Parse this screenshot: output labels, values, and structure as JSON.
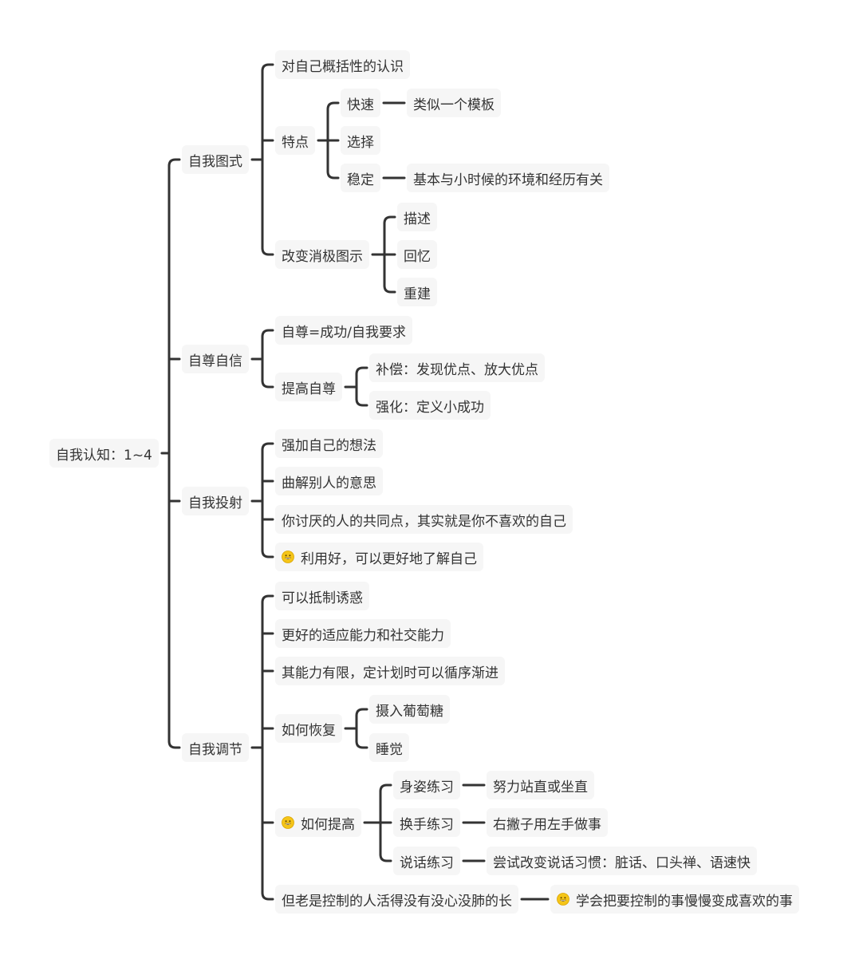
{
  "mindmap": {
    "root": {
      "label": "自我认知：1~4"
    },
    "branches": [
      {
        "label": "自我图式"
      },
      {
        "label": "自尊自信"
      },
      {
        "label": "自我投射"
      },
      {
        "label": "自我调节"
      }
    ],
    "schema": [
      {
        "label": "对自己概括性的认识"
      },
      {
        "label": "特点"
      },
      {
        "label": "快速"
      },
      {
        "label": "类似一个模板"
      },
      {
        "label": "选择"
      },
      {
        "label": "稳定"
      },
      {
        "label": "基本与小时候的环境和经历有关"
      },
      {
        "label": "改变消极图示"
      },
      {
        "label": "描述"
      },
      {
        "label": "回忆"
      },
      {
        "label": "重建"
      }
    ],
    "esteem": [
      {
        "label": "自尊=成功/自我要求"
      },
      {
        "label": "提高自尊"
      },
      {
        "label": "补偿：发现优点、放大优点"
      },
      {
        "label": "强化：定义小成功"
      }
    ],
    "projection": [
      {
        "label": "强加自己的想法"
      },
      {
        "label": "曲解别人的意思"
      },
      {
        "label": "你讨厌的人的共同点，其实就是你不喜欢的自己"
      },
      {
        "label": "利用好，可以更好地了解自己"
      }
    ],
    "regulation": [
      {
        "label": "可以抵制诱惑"
      },
      {
        "label": "更好的适应能力和社交能力"
      },
      {
        "label": "其能力有限，定计划时可以循序渐进"
      },
      {
        "label": "如何恢复"
      },
      {
        "label": "摄入葡萄糖"
      },
      {
        "label": "睡觉"
      },
      {
        "label": "如何提高"
      },
      {
        "label": "身姿练习"
      },
      {
        "label": "努力站直或坐直"
      },
      {
        "label": "换手练习"
      },
      {
        "label": "右撇子用左手做事"
      },
      {
        "label": "说话练习"
      },
      {
        "label": "尝试改变说话习惯：脏话、口头禅、语速快"
      },
      {
        "label": "但老是控制的人活得没有没心没肺的长"
      },
      {
        "label": "学会把要控制的事慢慢变成喜欢的事"
      }
    ],
    "icons": {
      "emoji": "grinning-face-icon"
    },
    "colors": {
      "line": "#333333",
      "node_bg": "#f6f6f6",
      "text": "#333333",
      "emoji_face": "#f5c518"
    }
  }
}
